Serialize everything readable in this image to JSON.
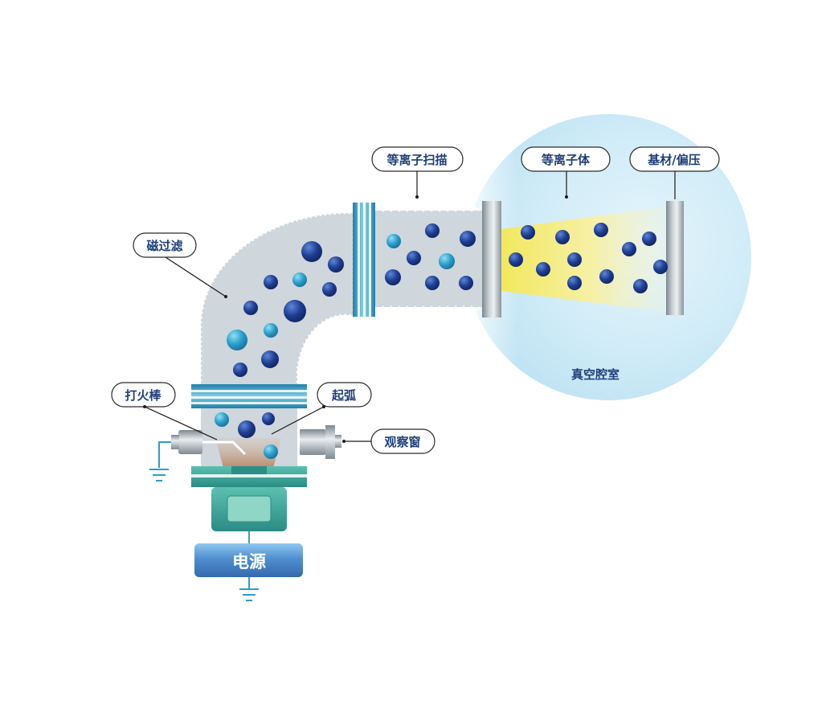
{
  "labels": {
    "magnetic_filter": "磁过滤",
    "plasma_scan": "等离子扫描",
    "plasma": "等离子体",
    "substrate_bias": "基材/偏压",
    "vacuum_chamber": "真空腔室",
    "igniter": "打火棒",
    "arc_start": "起弧",
    "viewport": "观察窗",
    "power_supply": "电源"
  },
  "colors": {
    "pipe_fill": "#cfd6dc",
    "pipe_scallop": "#ffffff",
    "particle_dark": "#1f3e93",
    "particle_light": "#2a9ecb",
    "chamber_glow": "#cfeaf7",
    "beam": "#f3ea72",
    "flange_teal": "#2a93b7",
    "base_teal": "#3aa597",
    "power_blue": "#3f74b8",
    "label_text": "#1f3f7a"
  },
  "icons": [
    "ground-symbol-icon"
  ]
}
